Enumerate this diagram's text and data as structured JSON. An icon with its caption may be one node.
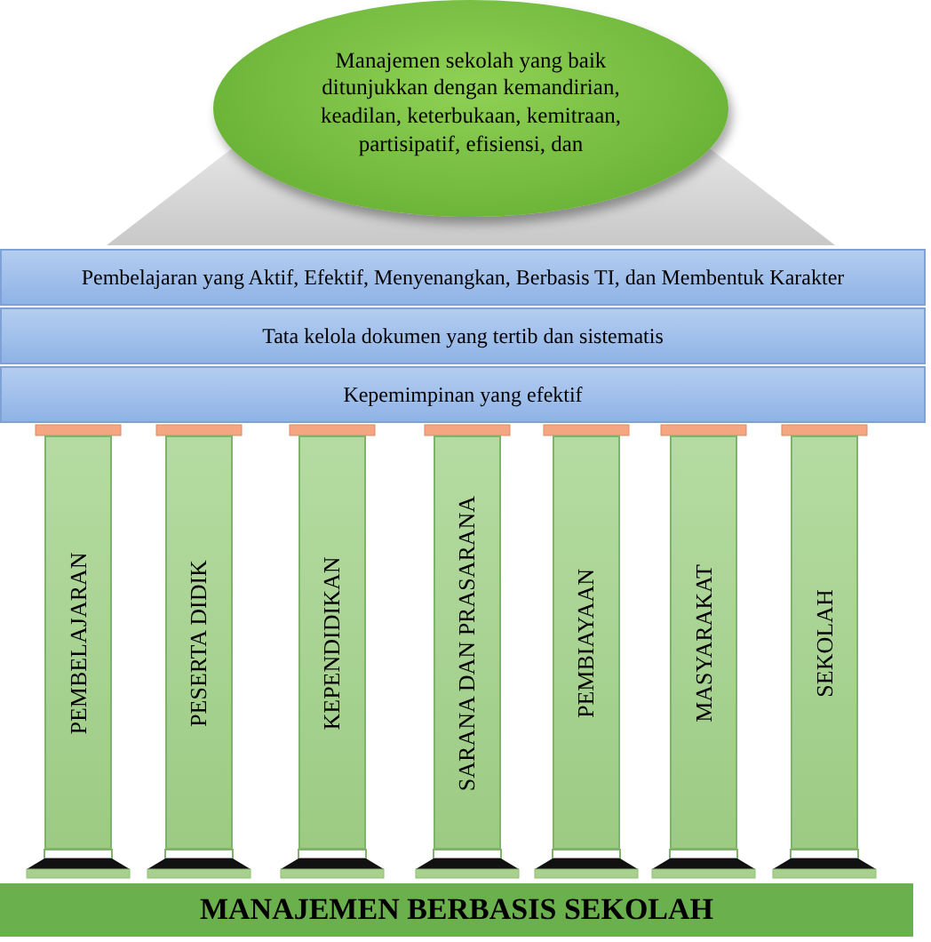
{
  "diagram": {
    "nodes": [
      {
        "text": [
          "Manajemen sekolah yang baik ditunjukkan dengan kemandirian, keadilan, keterbukaan, kemitraan, partisipatif, efisiensi, dan"
        ]
      },
      {
        "text": [
          "Pembelajaran yang Aktif, Efektif, Menyenangkan, Berbasis TI, dan Membentuk Karakter"
        ]
      },
      {
        "text": [
          "Tata kelola dokumen yang tertib dan sistematis"
        ]
      },
      {
        "text": [
          "Kepemimpinan yang efektif"
        ]
      },
      {
        "text": [
          "PEMBELAJARAN"
        ]
      },
      {
        "text": [
          "PESERTA DIDIK"
        ]
      },
      {
        "text": [
          "KEPENDIDIKAN"
        ]
      },
      {
        "text": [
          "SARANA DAN PRASARANA"
        ]
      },
      {
        "text": [
          "PEMBIAYAAN"
        ]
      },
      {
        "text": [
          "MASYARAKAT"
        ]
      },
      {
        "text": [
          "SEKOLAH"
        ]
      },
      {
        "text": [
          "MANAJEMEN BERBASIS SEKOLAH"
        ]
      }
    ],
    "edges": []
  }
}
